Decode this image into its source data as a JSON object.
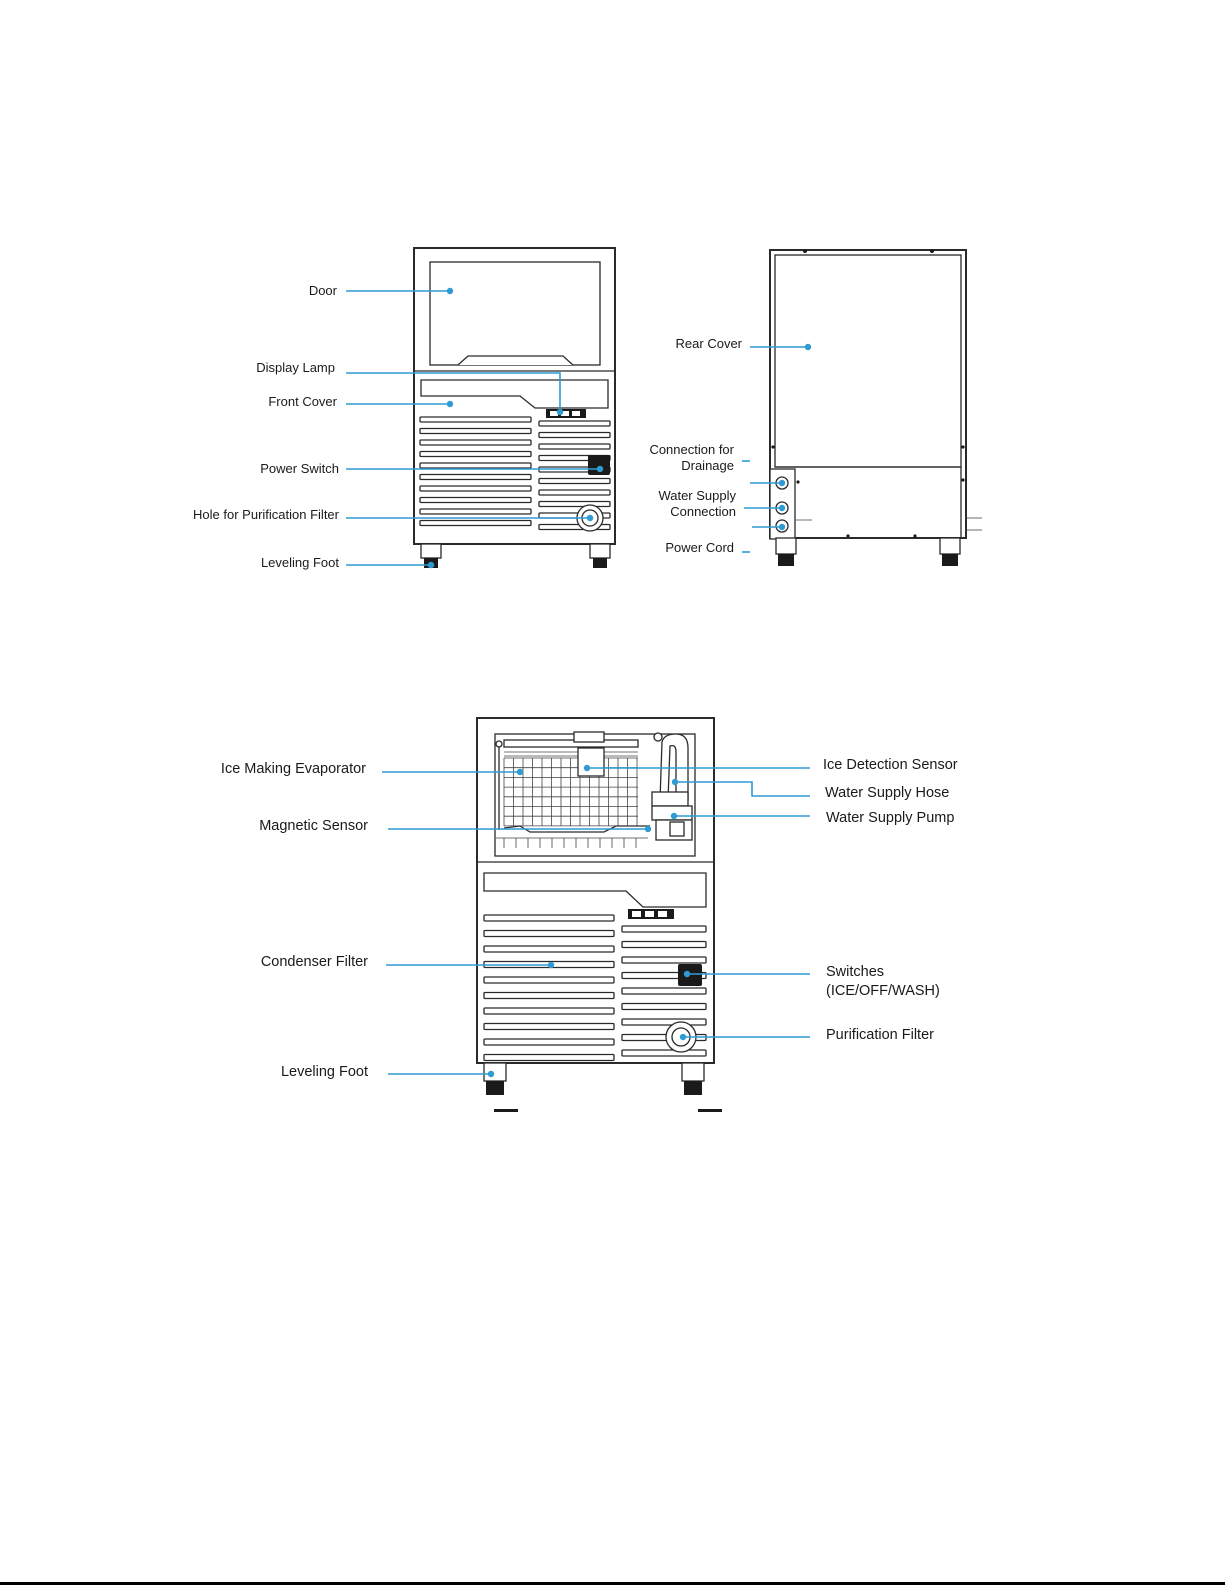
{
  "colors": {
    "callout": "#2f9bd3",
    "outline": "#2a2a2a",
    "text": "#1a1a1a"
  },
  "front_view": {
    "labels": {
      "door": "Door",
      "display_lamp": "Display Lamp",
      "front_cover": "Front Cover",
      "power_switch": "Power Switch",
      "purification_hole": "Hole for Purification Filter",
      "leveling_foot": "Leveling Foot"
    }
  },
  "rear_view": {
    "labels": {
      "rear_cover": "Rear Cover",
      "drainage_1": "Connection for",
      "drainage_2": "Drainage",
      "water_supply_1": "Water Supply",
      "water_supply_2": "Connection",
      "power_cord": "Power Cord"
    }
  },
  "interior_view": {
    "labels": {
      "evaporator": "Ice Making Evaporator",
      "magnetic_sensor": "Magnetic Sensor",
      "condenser_filter": "Condenser Filter",
      "leveling_foot": "Leveling Foot",
      "ice_detection_sensor": "Ice Detection Sensor",
      "water_supply_hose": "Water Supply Hose",
      "water_supply_pump": "Water Supply Pump",
      "switches_1": "Switches",
      "switches_2": "(ICE/OFF/WASH)",
      "purification_filter": "Purification Filter"
    }
  }
}
